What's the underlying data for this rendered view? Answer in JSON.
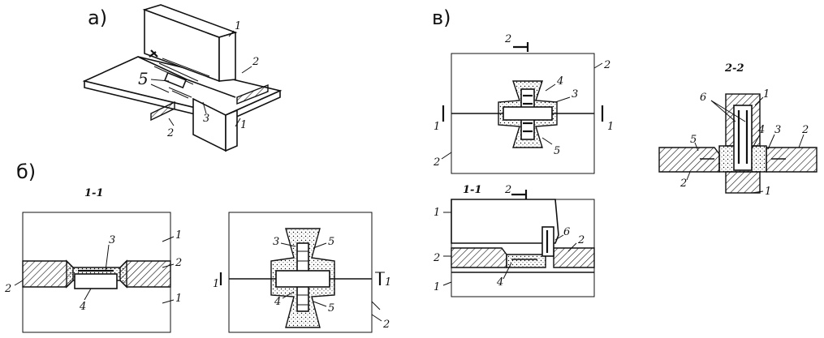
{
  "panels": {
    "a": {
      "title": "а)",
      "labels": [
        "1",
        "2",
        "5",
        "3",
        "2",
        "1"
      ]
    },
    "b": {
      "title": "б)",
      "section_title": "1-1",
      "left_labels": [
        "3",
        "1",
        "2",
        "2",
        "1",
        "4"
      ],
      "right_labels": [
        "3",
        "5",
        "4",
        "5",
        "1",
        "1",
        "2"
      ]
    },
    "v": {
      "title": "в)",
      "section_top": "2",
      "plan_labels": [
        "2",
        "4",
        "3",
        "1",
        "1",
        "2",
        "5"
      ],
      "section_2_title": "2-2",
      "section_2_labels": [
        "1",
        "6",
        "4",
        "3",
        "2",
        "5",
        "2",
        "1"
      ],
      "section_1_title": "1-1",
      "section_1_mark": "2",
      "section_1_labels": [
        "1",
        "6",
        "2",
        "2",
        "1",
        "4"
      ]
    }
  }
}
